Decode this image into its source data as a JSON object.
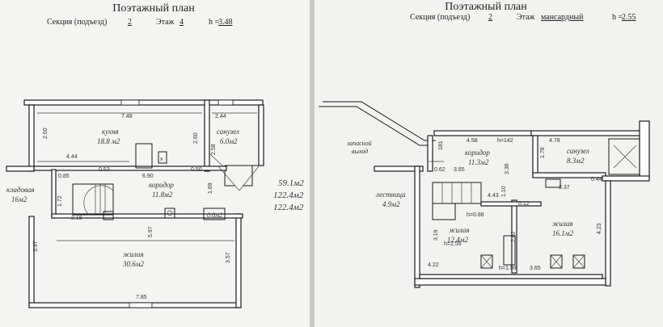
{
  "left_sheet": {
    "title": "Поэтажный план",
    "section_label": "Секция (подъезд)",
    "section_value": "2",
    "floor_label": "Этаж",
    "floor_value": "4",
    "height_label": "h =",
    "height_value": "3.48",
    "rooms": {
      "kitchen": {
        "name": "кухня",
        "area": "18.8 м2"
      },
      "bathroom": {
        "name": "санузел",
        "area": "6.0м2"
      },
      "corridor": {
        "name": "коридор",
        "area": "11.8м2"
      },
      "storage": {
        "name": "кладовая",
        "area": "16м2"
      },
      "living": {
        "name": "жилая",
        "area": "30.6м2"
      },
      "small": {
        "area": "0.6м2"
      }
    },
    "dimensions": {
      "d748": "7.48",
      "d244": "2.44",
      "d260a": "2.60",
      "d260b": "2.60",
      "d258": "2.58",
      "d444": "4.44",
      "d053": "0.53",
      "d690": "6.90",
      "d050": "0.50",
      "d085": "0.85",
      "d172": "1.72",
      "d218": "2.18",
      "d597": "5.97",
      "d397": "3.97",
      "d357": "3.57",
      "d785": "7.85",
      "d169": "1.69"
    },
    "totals": [
      "59.1м2",
      "122.4м2",
      "122.4м2"
    ]
  },
  "right_sheet": {
    "title": "Поэтажный план",
    "section_label": "Секция (подъезд)",
    "section_value": "2",
    "floor_label": "Этаж",
    "floor_value": "мансардный",
    "height_label": "h =",
    "height_value": "2.55",
    "exit_label_1": "запасной",
    "exit_label_2": "выход",
    "rooms": {
      "corridor": {
        "name": "коридор",
        "area": "11.3м2"
      },
      "bathroom": {
        "name": "санузел",
        "area": "8.3м2"
      },
      "stairs": {
        "name": "лестница",
        "area": "4.9м2"
      },
      "living1": {
        "name": "жилая",
        "area": "12.4м2"
      },
      "living2": {
        "name": "жилая",
        "area": "16.1м2"
      }
    },
    "dimensions": {
      "d458": "4.58",
      "h142": "h=142",
      "d478": "4.78",
      "d181": "181",
      "d178": "1.78",
      "d062": "0.62",
      "d385": "3.85",
      "d336": "3.36",
      "d337": "3.37",
      "d044": "0.44",
      "d443": "4.43",
      "d110": "1.10",
      "d012": "0.12",
      "h088": "h=0.88",
      "d202": "2.02",
      "d423": "4.23",
      "d319": "3.19",
      "h255": "h=2.55",
      "d422": "4.22",
      "h198": "h=1.98",
      "d365": "3.65"
    }
  }
}
